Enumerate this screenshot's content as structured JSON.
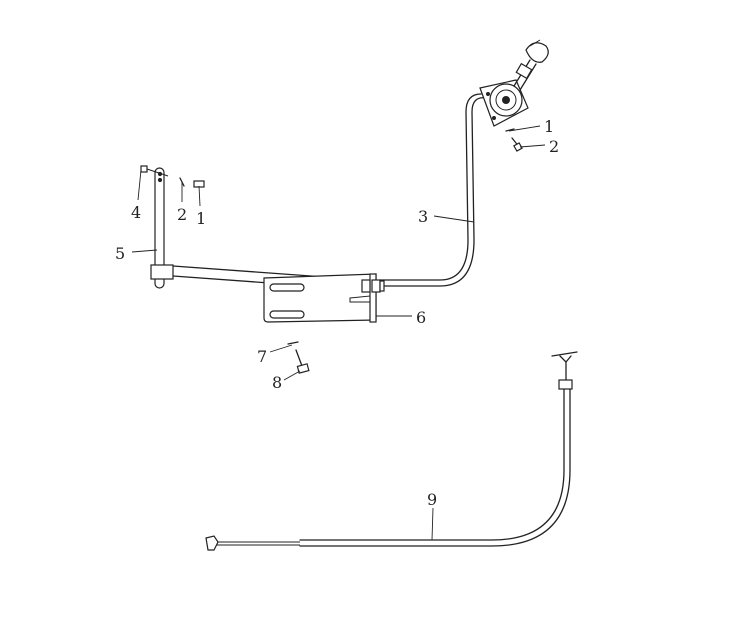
{
  "callouts": {
    "c1_top": "1",
    "c2_top": "2",
    "c3": "3",
    "c4": "4",
    "c2_left": "2",
    "c1_left": "1",
    "c5": "5",
    "c6": "6",
    "c7": "7",
    "c8": "8",
    "c9": "9"
  },
  "colors": {
    "line": "#222222",
    "background": "#ffffff"
  }
}
